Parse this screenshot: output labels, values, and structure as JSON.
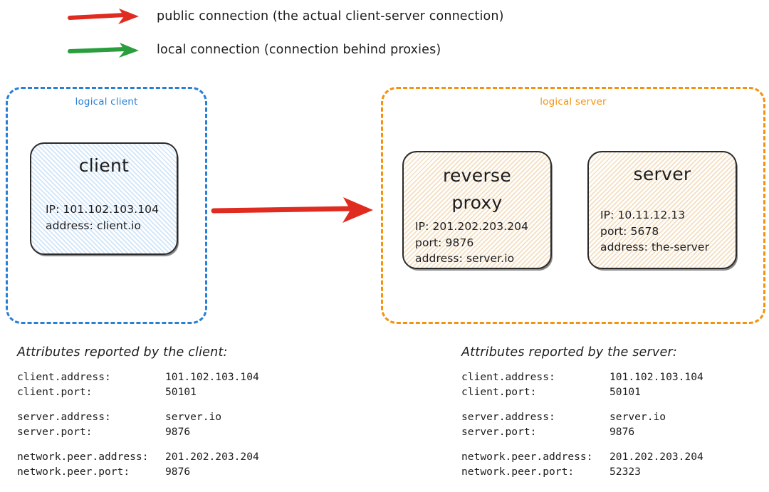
{
  "legend": {
    "items": [
      {
        "icon": "red-arrow-icon",
        "color": "#e02b20",
        "label": "public connection (the actual client-server connection)"
      },
      {
        "icon": "green-arrow-icon",
        "color": "#2a9d3f",
        "label": "local connection (connection behind proxies)"
      }
    ]
  },
  "diagram": {
    "client_group": {
      "caption": "logical client",
      "color": "#2a7fd4",
      "nodes": [
        {
          "title": "client",
          "details": [
            "IP: 101.102.103.104",
            "address: client.io"
          ]
        }
      ]
    },
    "server_group": {
      "caption": "logical server",
      "color": "#f5920b",
      "nodes": [
        {
          "title": "reverse proxy",
          "details": [
            "IP: 201.202.203.204",
            "port: 9876",
            "address: server.io"
          ]
        },
        {
          "title": "server",
          "details": [
            "IP: 10.11.12.13",
            "port: 5678",
            "address: the-server"
          ]
        }
      ]
    },
    "main_connection": {
      "type": "public",
      "color": "#e02b20",
      "from": "logical client",
      "to": "logical server"
    }
  },
  "attributes": {
    "client_report": {
      "heading": "Attributes reported by the client:",
      "groups": [
        [
          {
            "key": "client.address:",
            "value": "101.102.103.104"
          },
          {
            "key": "client.port:",
            "value": "50101"
          }
        ],
        [
          {
            "key": "server.address:",
            "value": "server.io"
          },
          {
            "key": "server.port:",
            "value": "9876"
          }
        ],
        [
          {
            "key": "network.peer.address:",
            "value": "201.202.203.204"
          },
          {
            "key": "network.peer.port:",
            "value": "9876"
          }
        ]
      ]
    },
    "server_report": {
      "heading": "Attributes reported by the server:",
      "groups": [
        [
          {
            "key": "client.address:",
            "value": "101.102.103.104"
          },
          {
            "key": "client.port:",
            "value": "50101"
          }
        ],
        [
          {
            "key": "server.address:",
            "value": "server.io"
          },
          {
            "key": "server.port:",
            "value": "9876"
          }
        ],
        [
          {
            "key": "network.peer.address:",
            "value": "201.202.203.204"
          },
          {
            "key": "network.peer.port:",
            "value": "52323"
          }
        ]
      ]
    }
  }
}
